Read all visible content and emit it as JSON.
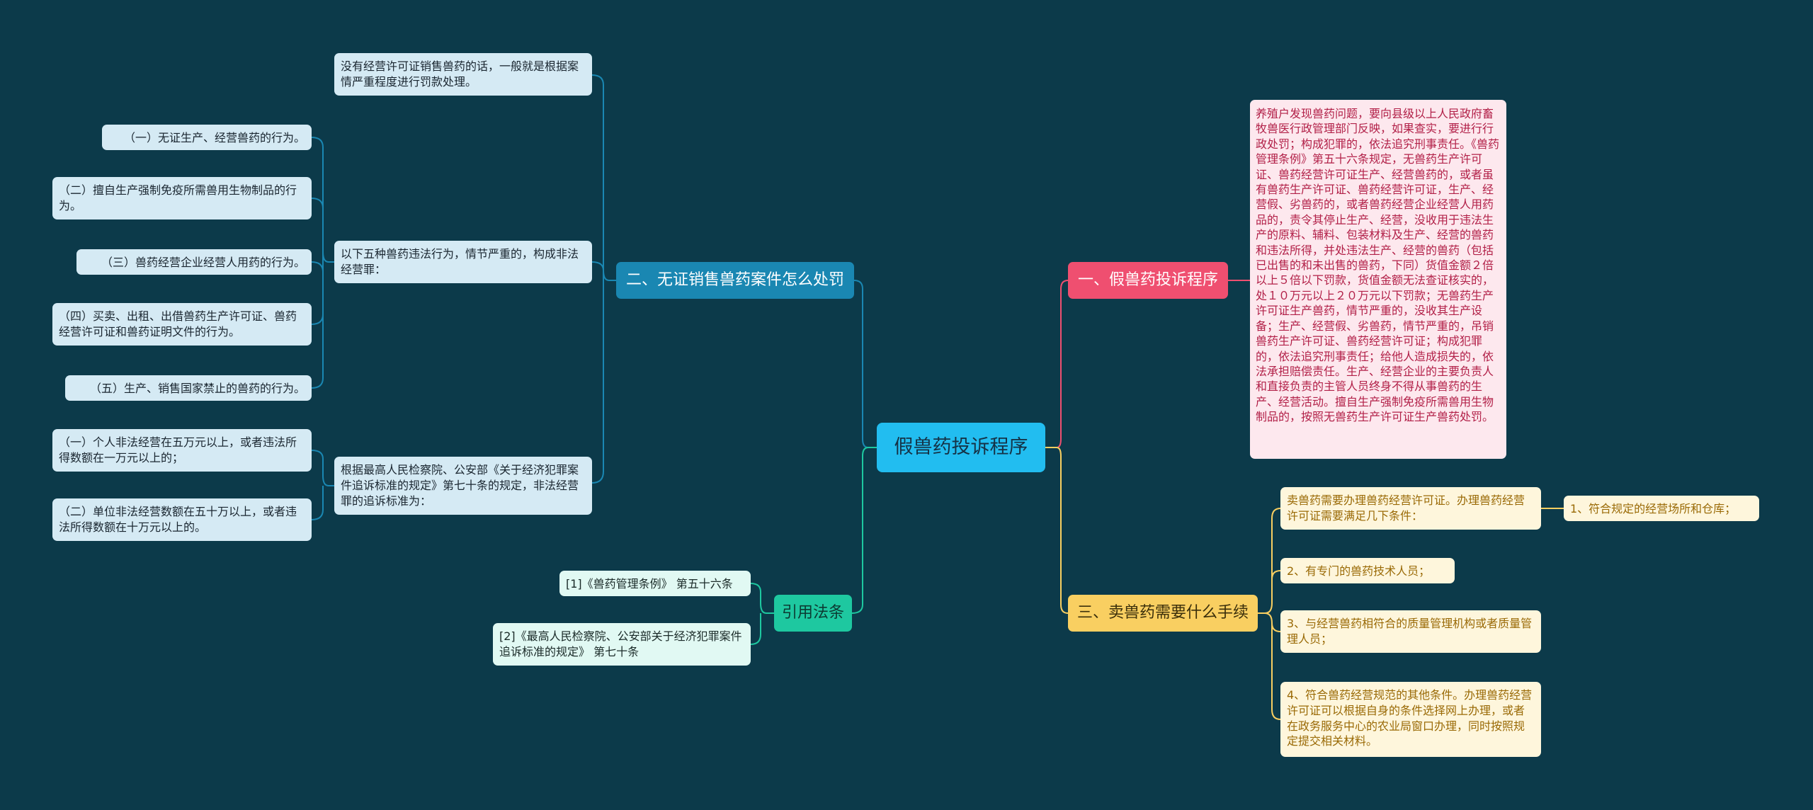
{
  "root": {
    "title": "假兽药投诉程序"
  },
  "branch1": {
    "title": "一、假兽药投诉程序",
    "detail": "养殖户发现兽药问题，要向县级以上人民政府畜牧兽医行政管理部门反映，如果查实，要进行行政处罚；构成犯罪的，依法追究刑事责任。《兽药管理条例》第五十六条规定，无兽药生产许可证、兽药经营许可证生产、经营兽药的，或者虽有兽药生产许可证、兽药经营许可证，生产、经营假、劣兽药的，或者兽药经营企业经营人用药品的，责令其停止生产、经营，没收用于违法生产的原料、辅料、包装材料及生产、经营的兽药和违法所得，并处违法生产、经营的兽药（包括已出售的和未出售的兽药，下同）货值金额２倍以上５倍以下罚款，货值金额无法查证核实的，处１０万元以上２０万元以下罚款；无兽药生产许可证生产兽药，情节严重的，没收其生产设备；生产、经营假、劣兽药，情节严重的，吊销兽药生产许可证、兽药经营许可证；构成犯罪的，依法追究刑事责任；给他人造成损失的，依法承担赔偿责任。生产、经营企业的主要负责人和直接负责的主管人员终身不得从事兽药的生产、经营活动。擅自生产强制免疫所需兽用生物制品的，按照无兽药生产许可证生产兽药处罚。"
  },
  "branch2": {
    "title": "二、无证销售兽药案件怎么处罚",
    "n1": "没有经营许可证销售兽药的话，一般就是根据案情严重程度进行罚款处理。",
    "n2": "以下五种兽药违法行为，情节严重的，构成非法经营罪：",
    "n2_items": [
      "（一）无证生产、经营兽药的行为。",
      "（二）擅自生产强制免疫所需兽用生物制品的行为。",
      "（三）兽药经营企业经营人用药的行为。",
      "（四）买卖、出租、出借兽药生产许可证、兽药经营许可证和兽药证明文件的行为。",
      "（五）生产、销售国家禁止的兽药的行为。"
    ],
    "n3": "根据最高人民检察院、公安部《关于经济犯罪案件追诉标准的规定》第七十条的规定，非法经营罪的追诉标准为：",
    "n3_items": [
      "（一）个人非法经营在五万元以上，或者违法所得数额在一万元以上的；",
      "（二）单位非法经营数额在五十万以上，或者违法所得数额在十万元以上的。"
    ]
  },
  "branch3": {
    "title": "三、卖兽药需要什么手续",
    "items": [
      "卖兽药需要办理兽药经营许可证。办理兽药经营许可证需要满足几下条件：",
      "2、有专门的兽药技术人员；",
      "3、与经营兽药相符合的质量管理机构或者质量管理人员；",
      "4、符合兽药经营规范的其他条件。办理兽药经营许可证可以根据自身的条件选择网上办理，或者在政务服务中心的农业局窗口办理，同时按照规定提交相关材料。"
    ],
    "sub": "1、符合规定的经营场所和仓库；"
  },
  "branch4": {
    "title": "引用法条",
    "items": [
      "[1]《兽药管理条例》 第五十六条",
      "[2]《最高人民检察院、公安部关于经济犯罪案件追诉标准的规定》 第七十条"
    ]
  },
  "colors": {
    "background": "#0c3a4a",
    "root": "#22bdf0",
    "branch1": "#ef4f70",
    "branch2": "#1a87b2",
    "branch3": "#f9cf61",
    "branch4": "#1ec8a0"
  }
}
